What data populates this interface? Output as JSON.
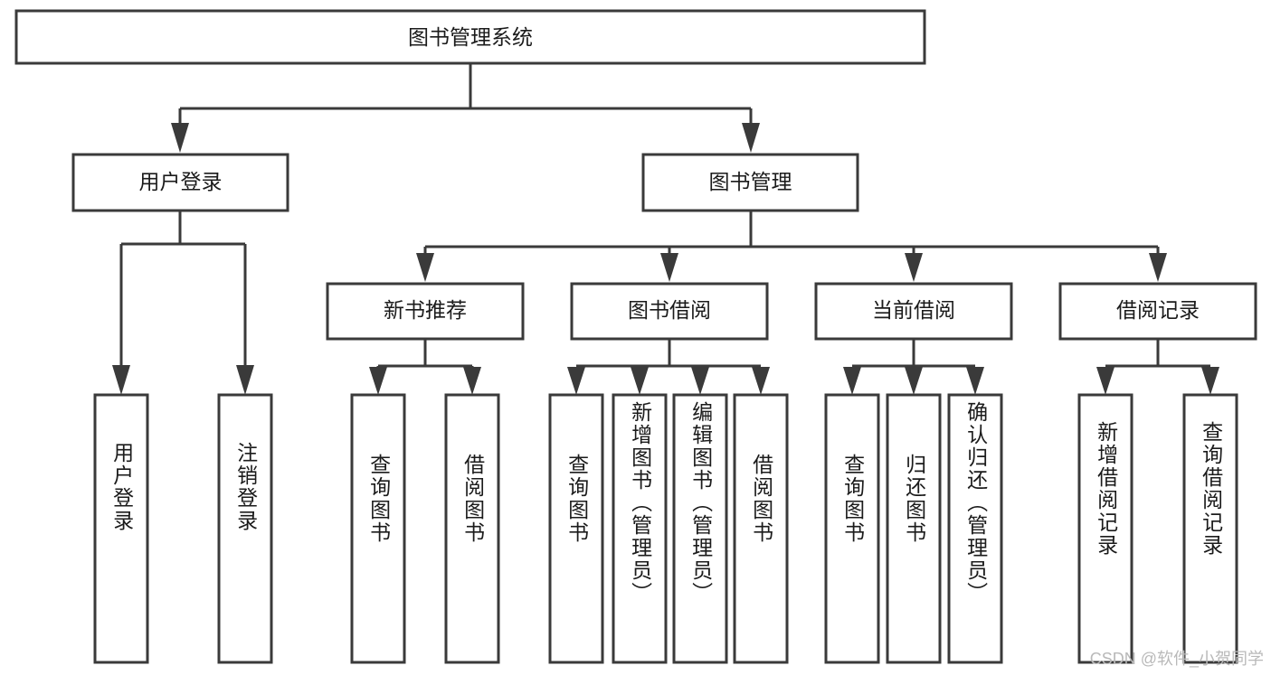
{
  "diagram": {
    "type": "hierarchy-tree",
    "title": "图书管理系统",
    "watermark": "CSDN @软件_小贺同学",
    "colors": {
      "box_stroke": "#3a3a3a",
      "box_fill": "#ffffff",
      "text": "#1b1b1b",
      "connector": "#3a3a3a",
      "watermark": "#b9b9b9",
      "background": "#ffffff"
    },
    "root": {
      "label": "图书管理系统",
      "orientation": "horizontal"
    },
    "level2": [
      {
        "label": "用户登录",
        "orientation": "horizontal"
      },
      {
        "label": "图书管理",
        "orientation": "horizontal"
      }
    ],
    "level3": [
      {
        "label": "新书推荐",
        "orientation": "horizontal"
      },
      {
        "label": "图书借阅",
        "orientation": "horizontal"
      },
      {
        "label": "当前借阅",
        "orientation": "horizontal"
      },
      {
        "label": "借阅记录",
        "orientation": "horizontal"
      }
    ],
    "leaves": {
      "user_login": [
        {
          "label": "用户登录",
          "orientation": "vertical"
        },
        {
          "label": "注销登录",
          "orientation": "vertical"
        }
      ],
      "new_book_recommend": [
        {
          "label": "查询图书",
          "orientation": "vertical"
        },
        {
          "label": "借阅图书",
          "orientation": "vertical"
        }
      ],
      "book_borrow": [
        {
          "label": "查询图书",
          "orientation": "vertical"
        },
        {
          "label": "新增图书（管理员）",
          "orientation": "vertical"
        },
        {
          "label": "编辑图书（管理员）",
          "orientation": "vertical"
        },
        {
          "label": "借阅图书",
          "orientation": "vertical"
        }
      ],
      "current_borrow": [
        {
          "label": "查询图书",
          "orientation": "vertical"
        },
        {
          "label": "归还图书",
          "orientation": "vertical"
        },
        {
          "label": "确认归还（管理员）",
          "orientation": "vertical"
        }
      ],
      "borrow_record": [
        {
          "label": "新增借阅记录",
          "orientation": "vertical"
        },
        {
          "label": "查询借阅记录",
          "orientation": "vertical"
        }
      ]
    }
  }
}
